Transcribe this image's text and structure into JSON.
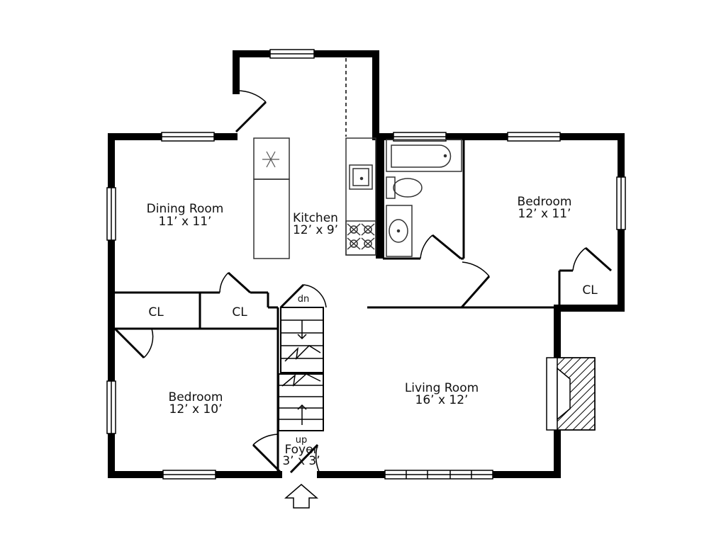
{
  "rooms": {
    "dining": {
      "name": "Dining Room",
      "dims": "11’ x 11’"
    },
    "kitchen": {
      "name": "Kitchen",
      "dims": "12’ x 9’"
    },
    "bedroom_ne": {
      "name": "Bedroom",
      "dims": "12’ x 11’"
    },
    "bedroom_sw": {
      "name": "Bedroom",
      "dims": "12’ x 10’"
    },
    "living": {
      "name": "Living Room",
      "dims": "16’ x 12’"
    },
    "foyer": {
      "name": "Foyer",
      "dims": "3’ x 3’"
    }
  },
  "closets": {
    "cl1": "CL",
    "cl2": "CL",
    "cl3": "CL"
  },
  "stairs": {
    "down": "dn",
    "up": "up"
  },
  "icons": {
    "fridge": "snowflake-icon",
    "entry": "entry-arrow-icon"
  },
  "colors": {
    "wall": "#000000",
    "fixture": "#333333",
    "background": "#ffffff"
  }
}
